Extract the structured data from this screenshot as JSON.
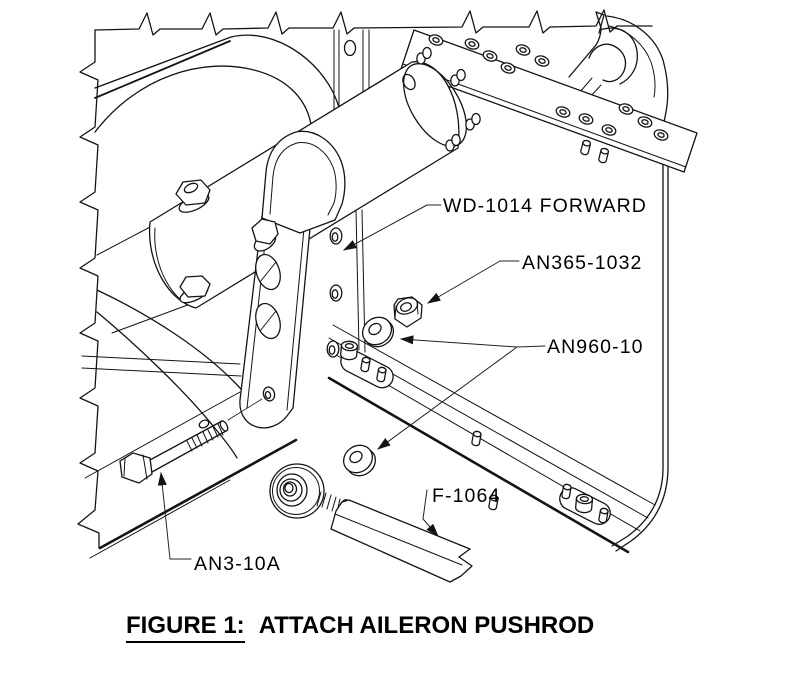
{
  "figure": {
    "label": "FIGURE 1:",
    "title": "ATTACH AILERON PUSHROD"
  },
  "callouts": [
    {
      "id": "wd-1014",
      "label": "WD-1014 FORWARD"
    },
    {
      "id": "an365-1032",
      "label": "AN365-1032"
    },
    {
      "id": "an960-10",
      "label": "AN960-10"
    },
    {
      "id": "f-1064",
      "label": "F-1064"
    },
    {
      "id": "an3-10a",
      "label": "AN3-10A"
    }
  ],
  "colors": {
    "ink": "#141414",
    "paper": "#ffffff"
  }
}
